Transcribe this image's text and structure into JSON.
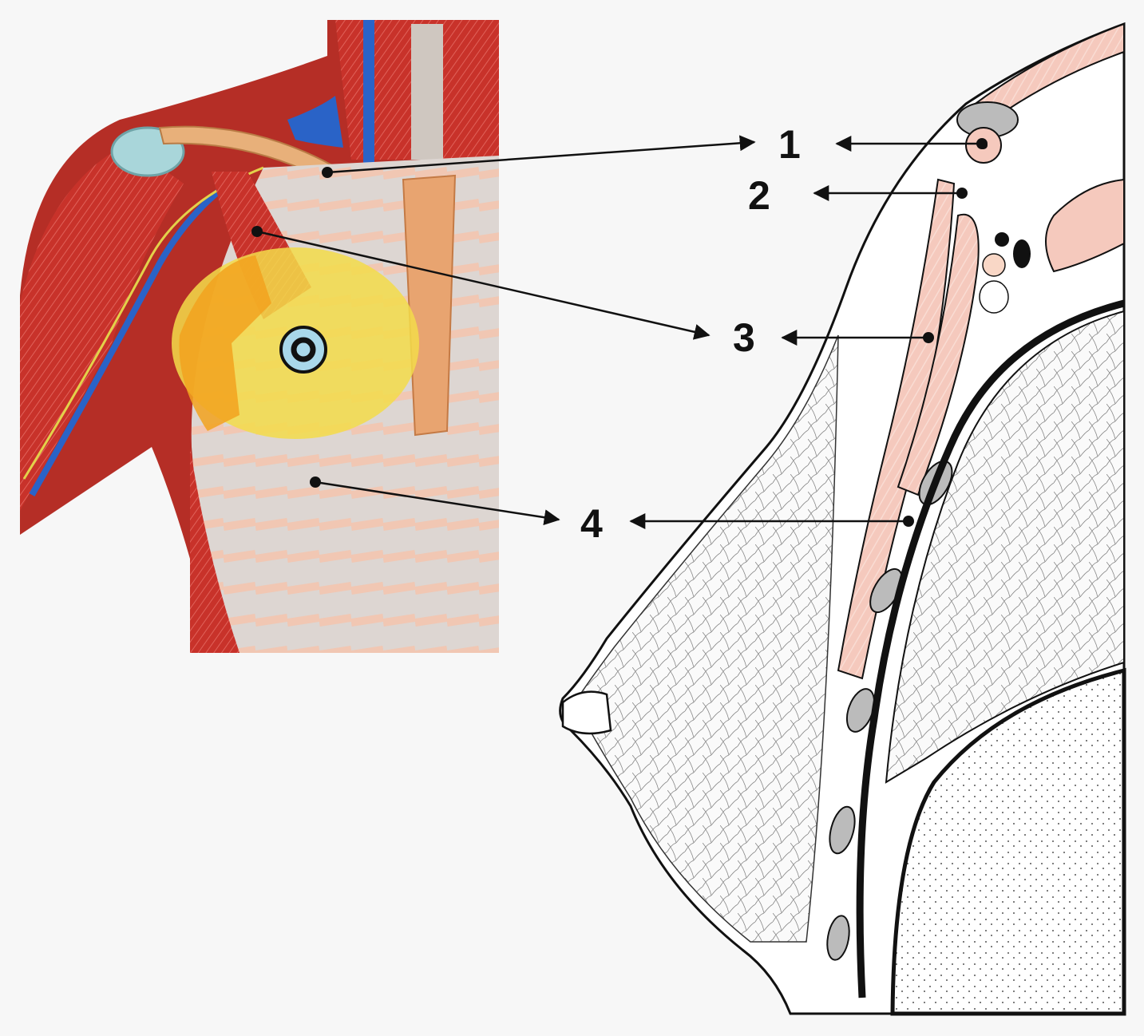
{
  "labels": [
    {
      "id": "1",
      "text": "1"
    },
    {
      "id": "2",
      "text": "2"
    },
    {
      "id": "3",
      "text": "3"
    },
    {
      "id": "4",
      "text": "4"
    }
  ],
  "colors": {
    "muscle": "#c8322a",
    "muscle_light": "#f2c5b8",
    "vein": "#2a63c7",
    "bone": "#e8b07a",
    "fascia": "#e3e0dc",
    "yellow_zone": "#f3dc4a",
    "orange_zone": "#f2a21e",
    "target_fill": "#a9d8ea",
    "line": "#111111"
  }
}
